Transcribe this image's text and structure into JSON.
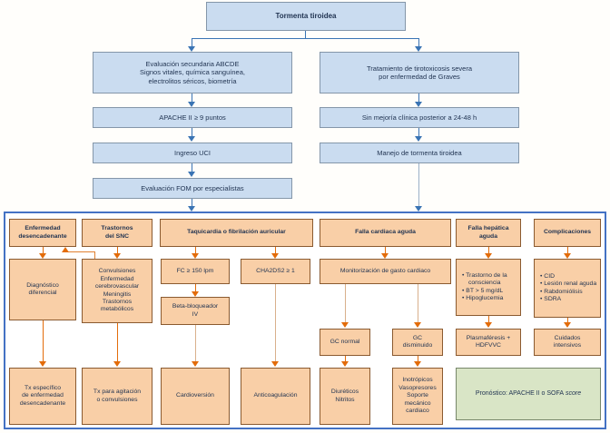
{
  "palette": {
    "blue_fill": "#cadcf0",
    "blue_border": "#8496a9",
    "blue_arrow": "#3a74b4",
    "orange_fill": "#f9cfa7",
    "orange_border": "#8a5a30",
    "orange_arrow": "#e36c0a",
    "pale_stem": "#d9b08c",
    "green_fill": "#d9e5c6",
    "container_border": "#4472c4",
    "ink": "#1f3250"
  },
  "top": {
    "title": "Tormenta tiroidea",
    "eval_secundaria": "Evaluación secundaria ABCDE\nSignos vitales, química sanguínea,\nelectrolitos séricos, biometría",
    "apache": "APACHE II ≥ 9 puntos",
    "ingreso_uci": "Ingreso UCI",
    "eval_fom": "Evaluación FOM por especialistas",
    "tratamiento": "Tratamiento de tirotoxicosis severa\npor enfermedad de Graves",
    "sin_mejoria": "Sin mejoría clínica posterior a 24-48 h",
    "manejo": "Manejo de tormenta tiroidea"
  },
  "panel": {
    "headers": {
      "enfermedad": "Enfermedad\ndesencadenante",
      "snc": "Trastornos\ndel SNC",
      "taquicardia": "Taquicardia o fibrilación auricular",
      "falla_cardiaca": "Falla cardiaca aguda",
      "falla_hepatica": "Falla hepática\naguda",
      "complicaciones": "Complicaciones"
    },
    "diagnostico": "Diagnóstico\ndiferencial",
    "snc_causas": "Convulsiones\nEnfermedad\ncerebrovascular\nMeningitis\nTrastornos\nmetabólicos",
    "fc": "FC ≥ 150 lpm",
    "chads": "CHA2DS2 ≥ 1",
    "beta_bloqueador": "Beta-bloqueador\nIV",
    "monitorizacion": "Monitorización de gasto cardiaco",
    "hepatica_signos": [
      "Trastorno de la consciencia",
      "BT > 5 mg/dL",
      "Hipoglucemia"
    ],
    "complicaciones_lista": [
      "CID",
      "Lesión renal aguda",
      "Rabdomiólisis",
      "SDRA"
    ],
    "gc_normal": "GC normal",
    "gc_disminuido": "GC\ndisminuido",
    "plasmaferesis": "Plasmaféresis +\nHDFVVC",
    "cuidados": "Cuidados\nintensivos",
    "tx_especifico": "Tx específico\nde enfermedad\ndesencadenante",
    "tx_agitacion": "Tx para agitación\no convulsiones",
    "cardioversion": "Cardioversión",
    "anticoagulacion": "Anticoagulación",
    "diureticos": "Diuréticos\nNitritos",
    "inotropicos": "Inotrópicos\nVasopresores\nSoporte\nmecánico\ncardiaco",
    "pronostico": "Pronóstico: APACHE II o SOFA",
    "pronostico_italico": "score"
  }
}
